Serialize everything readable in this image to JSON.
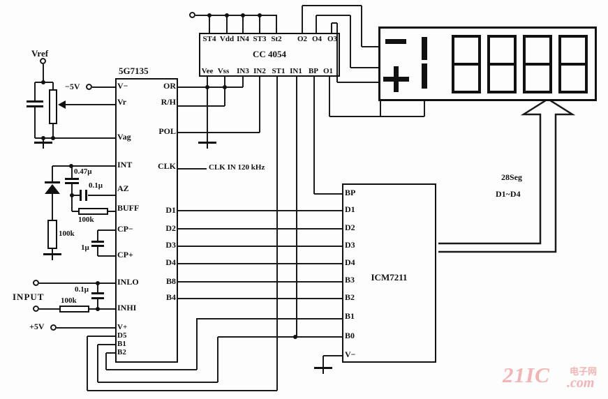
{
  "chips": {
    "adc": {
      "name": "5G7135",
      "left_pins": [
        "V−",
        "Vr",
        "Vag",
        "INT",
        "AZ",
        "BUFF",
        "CP−",
        "CP+",
        "INLO",
        "INHI",
        "V+",
        "D5",
        "B1",
        "B2"
      ],
      "right_pins": [
        "OR",
        "R/H",
        "POL",
        "CLK",
        "D1",
        "D2",
        "D3",
        "D4",
        "B8",
        "B4"
      ]
    },
    "latch": {
      "name": "CC 4054",
      "top_pins": [
        "ST4",
        "Vdd",
        "IN4",
        "ST3",
        "St2",
        "O2",
        "O4",
        "O3"
      ],
      "bottom_pins": [
        "Vee",
        "Vss",
        "IN3",
        "IN2",
        "ST1",
        "IN1",
        "BP",
        "O1"
      ]
    },
    "driver": {
      "name": "ICM7211",
      "left_pins": [
        "BP",
        "D1",
        "D2",
        "D3",
        "D4",
        "B3",
        "B2",
        "B1",
        "B0",
        "V−"
      ]
    }
  },
  "terminals": {
    "vref": "Vref",
    "neg5v": "−5V",
    "input": "INPUT",
    "plus5v": "+5V"
  },
  "components": {
    "c_ref_filter": "0.47μ",
    "c_az": "0.1μ",
    "r_buff": "100k",
    "r_int": "100k",
    "c_cp": "1μ",
    "c_in": "0.1μ",
    "r_in": "100k"
  },
  "annotations": {
    "clock": "CLK IN 120 kHz",
    "segments": "28Seg",
    "digit_range": "D1~D4"
  },
  "watermark": {
    "brand": "21IC",
    "cn": "电子网",
    "suffix": ".com",
    "color": "#f3b4b4"
  }
}
